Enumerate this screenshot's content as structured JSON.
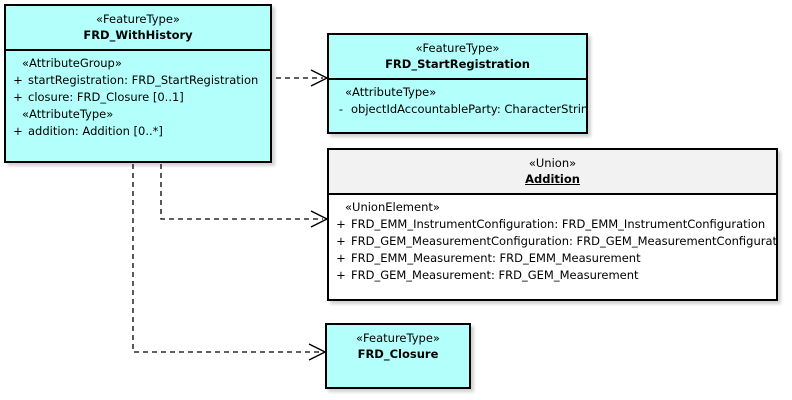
{
  "diagram": {
    "type": "uml-class-diagram",
    "background": "#ffffff",
    "feature_type_fill": "#b3fffb",
    "union_header_fill": "#f2f2f2",
    "union_body_fill": "#ffffff",
    "border_color": "#000000"
  },
  "classes": [
    {
      "id": "frd-withhistory",
      "stereotype": "«FeatureType»",
      "name": "FRD_WithHistory",
      "abstract": false,
      "compartments": [
        {
          "group": "«AttributeGroup»",
          "attributes": [
            {
              "visibility": "+",
              "text": "startRegistration: FRD_StartRegistration"
            },
            {
              "visibility": "+",
              "text": "closure: FRD_Closure [0..1]"
            }
          ]
        },
        {
          "group": "«AttributeType»",
          "attributes": [
            {
              "visibility": "+",
              "text": "addition: Addition [0..*]"
            }
          ]
        }
      ]
    },
    {
      "id": "frd-startregistration",
      "stereotype": "«FeatureType»",
      "name": "FRD_StartRegistration",
      "abstract": false,
      "compartments": [
        {
          "group": "«AttributeType»",
          "attributes": [
            {
              "visibility": "-",
              "text": "objectIdAccountableParty: CharacterString"
            }
          ]
        }
      ]
    },
    {
      "id": "addition",
      "stereotype": "«Union»",
      "name": "Addition",
      "abstract": true,
      "compartments": [
        {
          "group": "«UnionElement»",
          "attributes": [
            {
              "visibility": "+",
              "text": "FRD_EMM_InstrumentConfiguration: FRD_EMM_InstrumentConfiguration"
            },
            {
              "visibility": "+",
              "text": "FRD_GEM_MeasurementConfiguration: FRD_GEM_MeasurementConfiguration"
            },
            {
              "visibility": "+",
              "text": "FRD_EMM_Measurement: FRD_EMM_Measurement"
            },
            {
              "visibility": "+",
              "text": "FRD_GEM_Measurement: FRD_GEM_Measurement"
            }
          ]
        }
      ]
    },
    {
      "id": "frd-closure",
      "stereotype": "«FeatureType»",
      "name": "FRD_Closure",
      "abstract": false,
      "compartments": []
    }
  ],
  "connectors": [
    {
      "id": "dep-startregistration",
      "from": "frd-withhistory",
      "to": "frd-startregistration",
      "style": "dashed",
      "arrow": "open"
    },
    {
      "id": "dep-addition",
      "from": "frd-withhistory",
      "to": "addition",
      "style": "dashed",
      "arrow": "open"
    },
    {
      "id": "dep-closure",
      "from": "frd-withhistory",
      "to": "frd-closure",
      "style": "dashed",
      "arrow": "open"
    }
  ]
}
